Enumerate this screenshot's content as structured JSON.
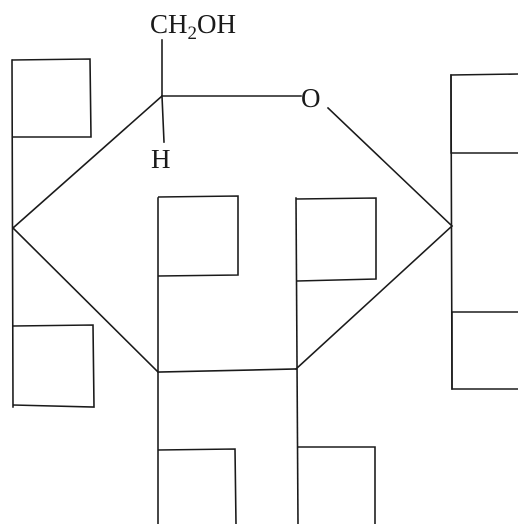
{
  "labels": {
    "ch2oh_prefix": "CH",
    "ch2oh_subscript": "2",
    "ch2oh_suffix": "OH",
    "hydrogen": "H",
    "ring_oxygen": "O"
  },
  "colors": {
    "stroke": "#1a1a1a",
    "background": "#ffffff"
  }
}
